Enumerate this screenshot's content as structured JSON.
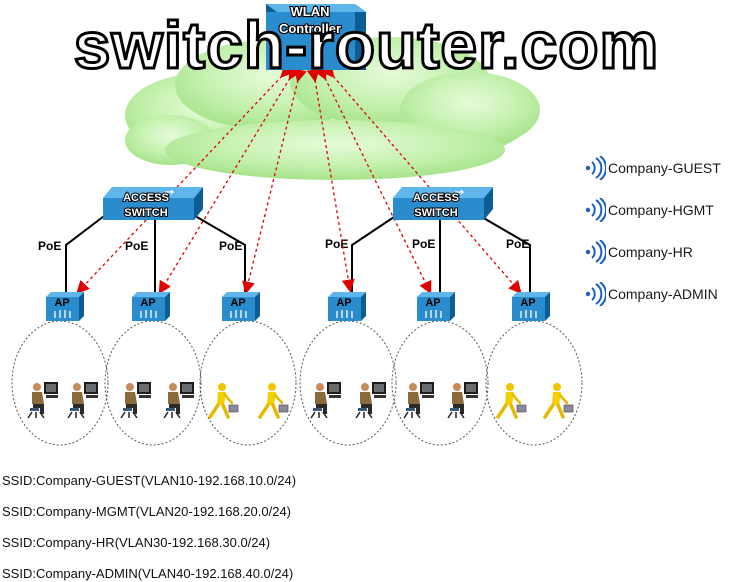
{
  "watermark": "switch-router.com",
  "controller": {
    "label_line1": "WLAN",
    "label_line2": "Controller"
  },
  "access_switch_left": {
    "line1": "ACCESS",
    "line2": "SWITCH"
  },
  "access_switch_right": {
    "line1": "ACCESS",
    "line2": "SWITCH"
  },
  "poe_label": "PoE",
  "ap_label": "AP",
  "ssid_legend": [
    {
      "label": "Company-GUEST"
    },
    {
      "label": "Company-HGMT"
    },
    {
      "label": "Company-HR"
    },
    {
      "label": "Company-ADMIN"
    }
  ],
  "vlan_lines": [
    "SSID:Company-GUEST(VLAN10-192.168.10.0/24)",
    "SSID:Company-MGMT(VLAN20-192.168.20.0/24)",
    "SSID:Company-HR(VLAN30-192.168.30.0/24)",
    "SSID:Company-ADMIN(VLAN40-192.168.40.0/24)"
  ],
  "colors": {
    "device_blue": "#2a8ccc",
    "device_dark": "#0c5d93",
    "cloud_green": "#bdf0a6",
    "arrow_red": "#e00000",
    "signal_blue": "#1a5fc8"
  }
}
